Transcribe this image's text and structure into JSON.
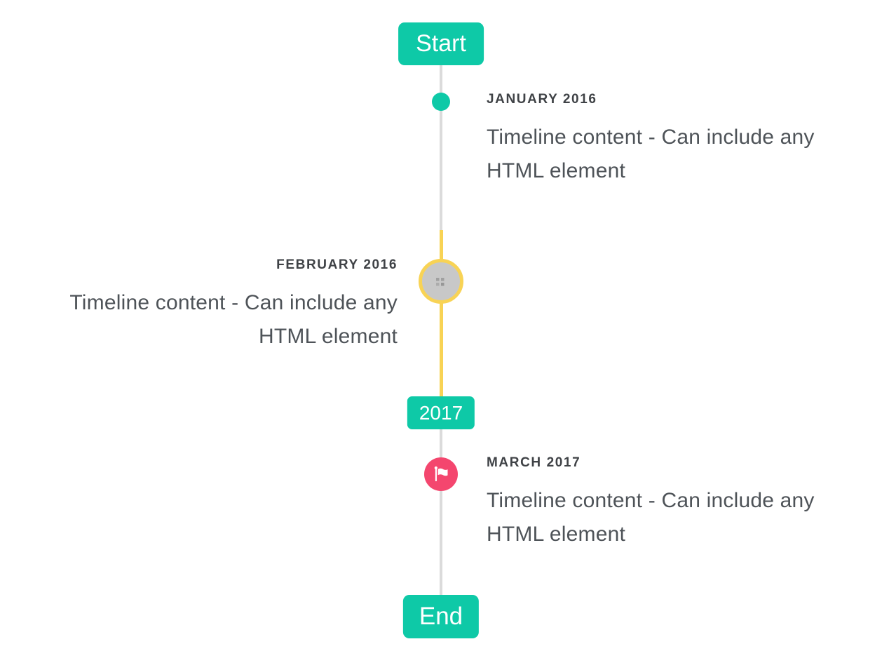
{
  "timeline": {
    "start_label": "Start",
    "year_label": "2017",
    "end_label": "End",
    "items": [
      {
        "id": "january-2016",
        "title": "JANUARY 2016",
        "content": "Timeline content - Can include any HTML element",
        "side": "right",
        "marker": "dot-marker",
        "marker_color": "#0ec9a7"
      },
      {
        "id": "february-2016",
        "title": "FEBRUARY 2016",
        "content": "Timeline content - Can include any HTML element",
        "side": "left",
        "marker": "broken-image-icon",
        "marker_color": "#c8c8c8",
        "marker_ring_color": "#f8d355"
      },
      {
        "id": "march-2017",
        "title": "MARCH 2017",
        "content": "Timeline content - Can include any HTML element",
        "side": "right",
        "marker": "flag-icon",
        "marker_color": "#f4466e"
      }
    ],
    "colors": {
      "accent_teal": "#0ec9a7",
      "highlight_segment_yellow": "#f8d355",
      "line_gray": "#dbdbdb",
      "image_marker_fill": "#c8c8c8",
      "flag_marker_pink": "#f4466e",
      "title_text": "#3f4246",
      "content_text": "#4e5358",
      "badge_text": "#ffffff"
    }
  }
}
